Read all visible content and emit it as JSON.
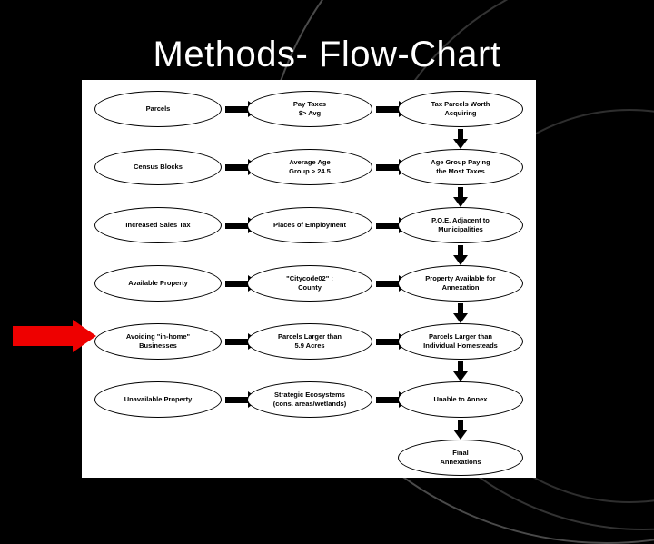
{
  "slide": {
    "title": "Methods- Flow-Chart",
    "background_color": "#000000",
    "panel_color": "#ffffff",
    "accent_color": "#ee0000"
  },
  "chart_data": {
    "type": "diagram",
    "title": "Methods- Flow-Chart",
    "rows": [
      {
        "input": "Parcels",
        "filter": "Pay Taxes\n$> Avg",
        "output": "Tax Parcels Worth\nAcquiring"
      },
      {
        "input": "Census Blocks",
        "filter": "Average Age\nGroup > 24.5",
        "output": "Age Group Paying\nthe Most Taxes"
      },
      {
        "input": "Increased Sales Tax",
        "filter": "Places of Employment",
        "output": "P.O.E. Adjacent to\nMunicipalities"
      },
      {
        "input": "Available Property",
        "filter": "\"Citycode02\" :\nCounty",
        "output": "Property Available for\nAnnexation"
      },
      {
        "input": "Avoiding \"in-home\"\nBusinesses",
        "filter": "Parcels Larger than\n5.9 Acres",
        "output": "Parcels Larger than\nIndividual Homesteads"
      },
      {
        "input": "Unavailable Property",
        "filter": "Strategic Ecosystems\n(cons. areas/wetlands)",
        "output": "Unable to Annex"
      }
    ],
    "final_node": "Final\nAnnexations",
    "connector_labels": {
      "horizontal": "arrow-right",
      "vertical": "arrow-down"
    }
  }
}
